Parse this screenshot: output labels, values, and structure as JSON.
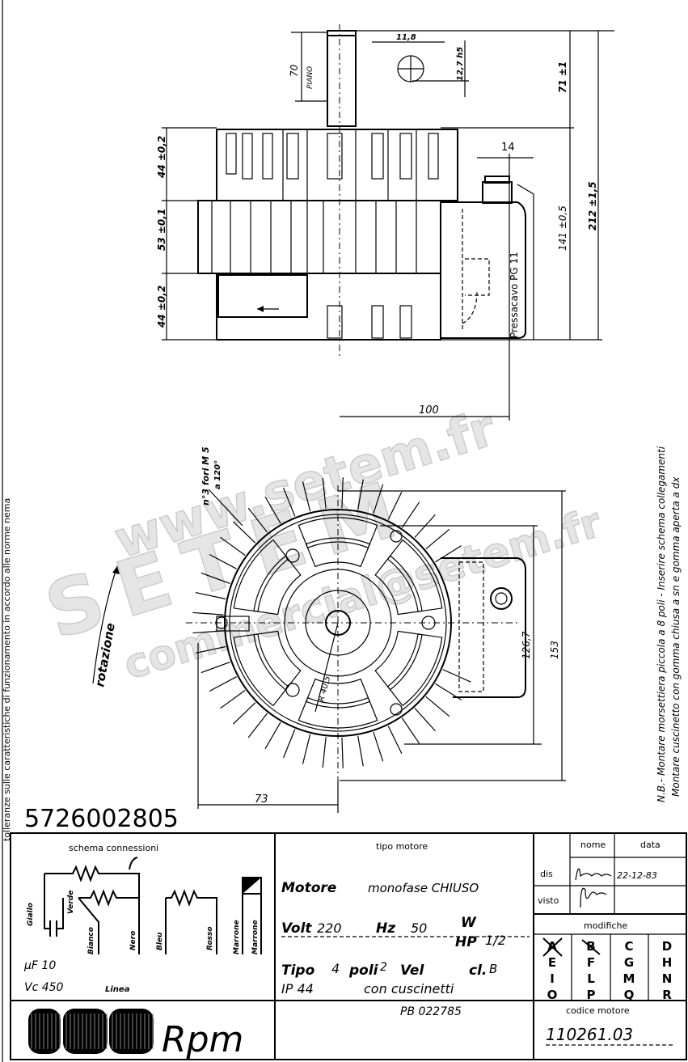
{
  "side_note": "tolleranze sulle caratteristiche di funzionamento in accordo alle norme nema",
  "nb_notes": [
    "N.B.- Montare morsettiera piccola a 8 poli - Inserire schema collegamenti",
    "Montare cuscinetto con gomma chiusa a sn e gomma aperta a dx"
  ],
  "part_number": "5726002805",
  "watermark": [
    "www.setem.fr",
    "SETEM",
    "commercial@setem.fr"
  ],
  "side_view": {
    "shaft_length": "70",
    "shaft_flat": "PIANO",
    "shaft_flat_width": "11,8",
    "shaft_diameter": "12,7 h5",
    "dim_71": "71 ±1",
    "dim_212": "212 ±1,5",
    "dim_141": "141 ±0,5",
    "dim_44_top": "44 ±0,2",
    "dim_53": "53 ±0,1",
    "dim_44_bottom": "44 ±0,2",
    "dim_14": "14",
    "gland": "Pressacavo   PG 11",
    "dim_100": "100"
  },
  "front_view": {
    "holes": "n°3 fori M 5",
    "holes_angle": "a 120°",
    "rotation": "rotazione",
    "radius": "R 40,5",
    "dim_126": "126,7",
    "dim_153": "153",
    "dim_73": "73"
  },
  "title_block": {
    "schema_title": "schema connessioni",
    "wires": [
      "Giallo",
      "Verde",
      "Bianco",
      "Nero",
      "Bleu",
      "Rosso",
      "Marrone",
      "Marrone"
    ],
    "capacitor": "µF 10",
    "vc": "Vc 450",
    "linea": "Linea",
    "tipo_header": "tipo motore",
    "motore_label": "Motore",
    "motore_value": "monofase  CHIUSO",
    "volt_label": "Volt",
    "volt_value": "220",
    "hz_label": "Hz",
    "hz_value": "50",
    "w_label": "W",
    "hp_label": "HP",
    "hp_value": "1/2",
    "tipo_label": "Tipo",
    "tipo_value": "4",
    "poli_label": "poli",
    "poli_value": "2",
    "vel_label": "Vel",
    "cl_label": "cl.",
    "cl_value": "B",
    "ip": "IP 44",
    "bearings": "con cuscinetti",
    "pb": "PB 022785",
    "nome_header": "nome",
    "data_header": "data",
    "dis_label": "dis",
    "dis_date": "22-12-83",
    "visto_label": "visto",
    "modifiche": "modifiche",
    "mod_letters": [
      "A",
      "B",
      "C",
      "D",
      "E",
      "F",
      "G",
      "H",
      "I",
      "L",
      "M",
      "N",
      "O",
      "P",
      "Q",
      "R"
    ],
    "codice_header": "codice motore",
    "codice_value": "110261.03",
    "logo": "Rpm"
  }
}
